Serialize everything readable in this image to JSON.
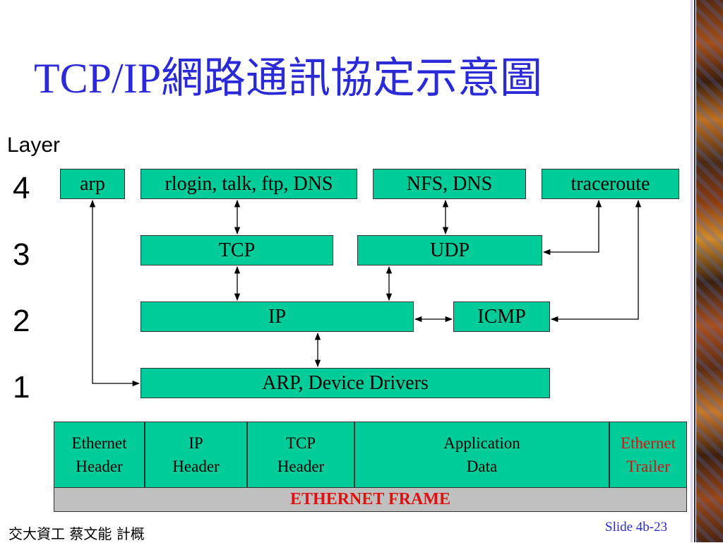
{
  "title": "TCP/IP網路通訊協定示意圖",
  "layer_label": "Layer",
  "layers": [
    "4",
    "3",
    "2",
    "1"
  ],
  "protocols": {
    "arp": "arp",
    "apps": "rlogin, talk, ftp, DNS",
    "nfs": "NFS, DNS",
    "traceroute": "traceroute",
    "tcp": "TCP",
    "udp": "UDP",
    "ip": "IP",
    "icmp": "ICMP",
    "drivers": "ARP, Device Drivers"
  },
  "frame": {
    "cells": [
      {
        "line1": "Ethernet",
        "line2": "Header"
      },
      {
        "line1": "IP",
        "line2": "Header"
      },
      {
        "line1": "TCP",
        "line2": "Header"
      },
      {
        "line1": "Application",
        "line2": "Data"
      },
      {
        "line1": "Ethernet",
        "line2": "Trailer"
      }
    ],
    "caption": "ETHERNET FRAME"
  },
  "footer": {
    "left": "交大資工 蔡文能 計概",
    "right": "Slide 4b-23"
  },
  "colors": {
    "title": "#2a2ad8",
    "box_fill": "#00cc99",
    "frame_caption": "#dd1111",
    "trailer_text": "#dd1111"
  }
}
